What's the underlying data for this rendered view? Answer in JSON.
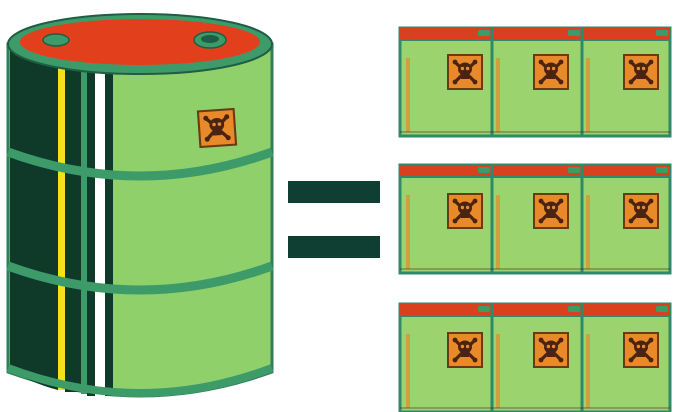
{
  "illustration": {
    "subject": "barrel-equals-nine-containers",
    "hazard_symbol": "skull-and-crossbones",
    "container_rows": 3,
    "containers_per_row": 3
  },
  "colors": {
    "background": "#ffffff",
    "barrel_green": "#8fd06a",
    "barrel_dark": "#0f3a2a",
    "rim_teal": "#3d9b6a",
    "lid_red": "#e2401c",
    "stripe_yellow": "#f2e21a",
    "stripe_white": "#ffffff",
    "label_orange": "#e88a2a",
    "label_border": "#6b3a14",
    "skull": "#4a2410",
    "equals_bar": "#0f3f32",
    "container_green": "#9bd36e",
    "container_red_top": "#d8401e",
    "container_edge": "#2f8a6a"
  }
}
